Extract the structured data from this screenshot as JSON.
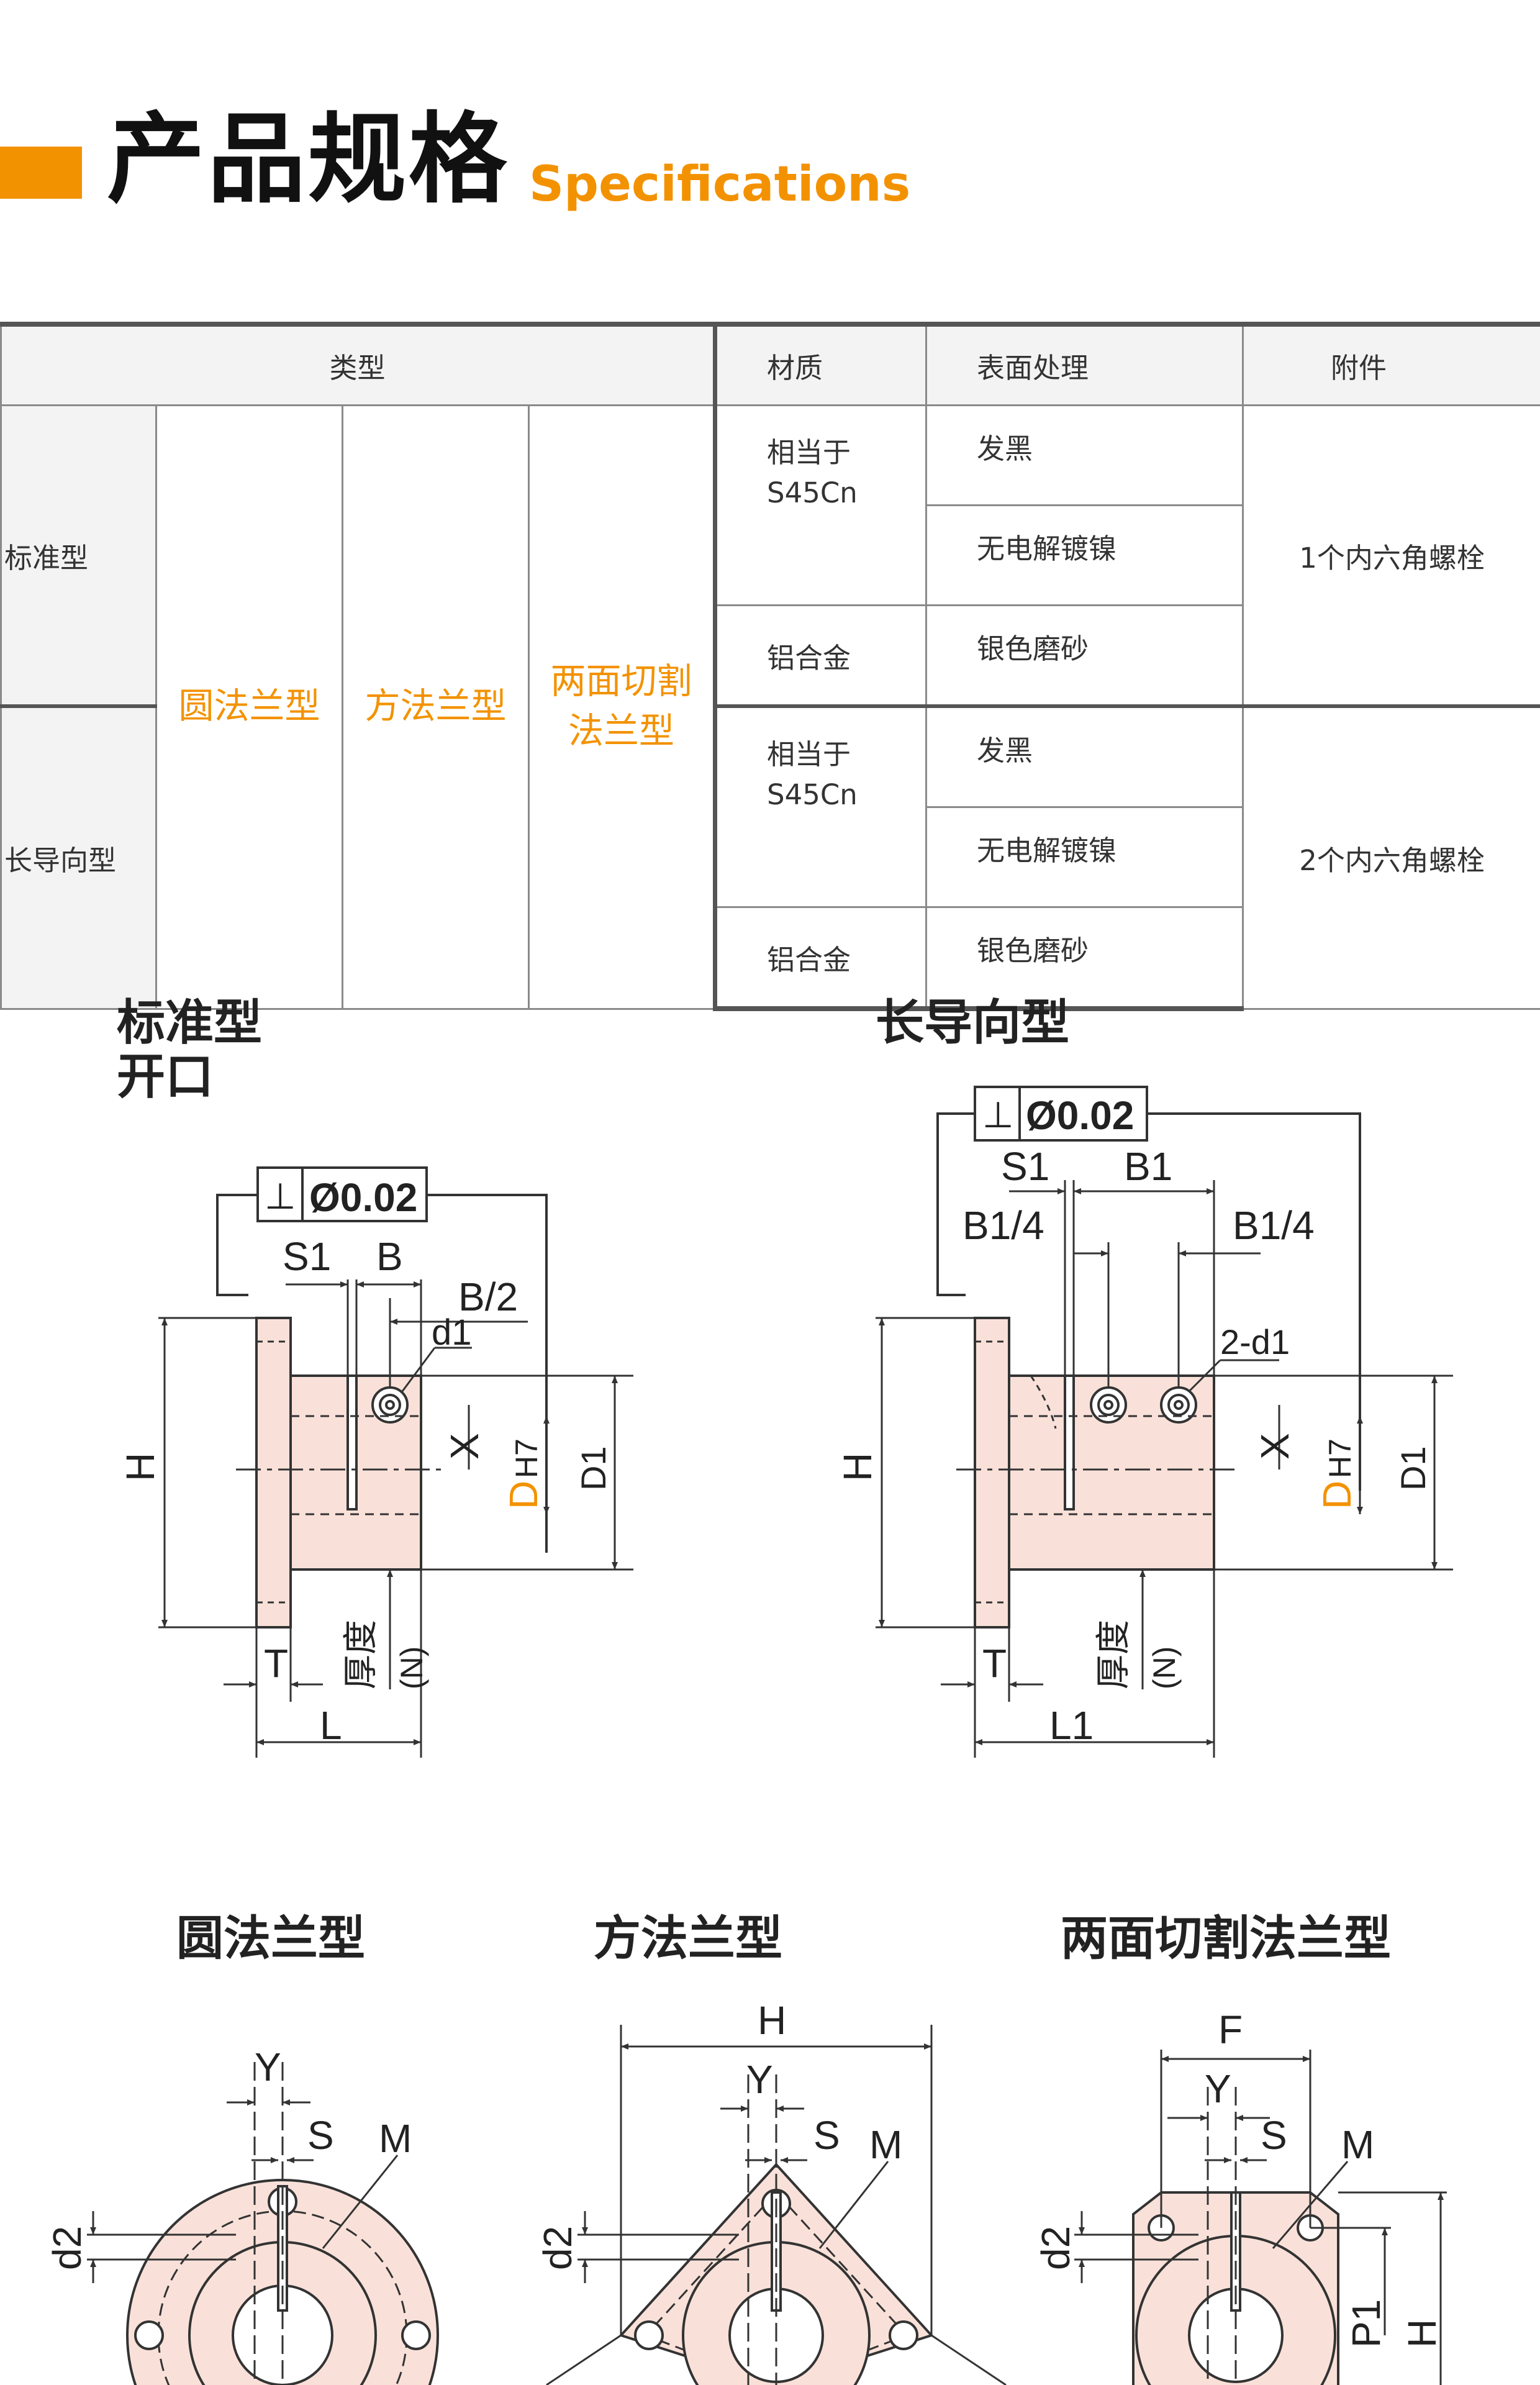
{
  "header": {
    "title_zh": "产品规格",
    "title_en": "Specifications"
  },
  "table": {
    "headers": {
      "type": "类型",
      "material": "材质",
      "surface": "表面处理",
      "accessory": "附件"
    },
    "types": {
      "round": "圆法兰型",
      "square": "方法兰型",
      "two_side": "两面切割\n法兰型"
    },
    "groups": [
      {
        "name": "标准型",
        "accessory": "1个内六角螺栓",
        "materials": [
          {
            "name": "相当于\nS45Cn",
            "surfaces": [
              "发黑",
              "无电解镀镍"
            ]
          },
          {
            "name": "铝合金",
            "surfaces": [
              "银色磨砂"
            ]
          }
        ]
      },
      {
        "name": "长导向型",
        "accessory": "2个内六角螺栓",
        "materials": [
          {
            "name": "相当于\nS45Cn",
            "surfaces": [
              "发黑",
              "无电解镀镍"
            ]
          },
          {
            "name": "铝合金",
            "surfaces": [
              "银色磨砂"
            ]
          }
        ]
      }
    ]
  },
  "drawings": {
    "standard": {
      "title_line1": "标准型",
      "title_line2": "开口",
      "tolerance_symbol": "⊥",
      "tolerance_value": "Ø0.02",
      "dims": {
        "s1": "S1",
        "b": "B",
        "b_half": "B/2",
        "d1": "d1",
        "h": "H",
        "x": "X",
        "d": "D",
        "h7": "H7",
        "d1_big": "D1",
        "t": "T",
        "l": "L",
        "thickness": "厚度",
        "n": "(N)"
      }
    },
    "long": {
      "title": "长导向型",
      "tolerance_symbol": "⊥",
      "tolerance_value": "Ø0.02",
      "dims": {
        "s1": "S1",
        "b1": "B1",
        "b1_quarter": "B1/4",
        "two_d1": "2-d1",
        "h": "H",
        "x": "X",
        "d": "D",
        "h7": "H7",
        "d1_big": "D1",
        "t": "T",
        "l1": "L1",
        "thickness": "厚度",
        "n": "(N)"
      }
    },
    "round": {
      "title": "圆法兰型",
      "dims": {
        "y": "Y",
        "s": "S",
        "m": "M",
        "d2": "d2"
      }
    },
    "square": {
      "title": "方法兰型",
      "dims": {
        "h": "H",
        "y": "Y",
        "s": "S",
        "m": "M",
        "d2": "d2"
      }
    },
    "two_side": {
      "title": "两面切割法兰型",
      "dims": {
        "f": "F",
        "y": "Y",
        "s": "S",
        "m": "M",
        "d2": "d2",
        "p1": "P1",
        "h": "H"
      }
    }
  },
  "colors": {
    "accent": "#f39200",
    "part_fill": "#f9e1d9",
    "line": "#333333"
  }
}
